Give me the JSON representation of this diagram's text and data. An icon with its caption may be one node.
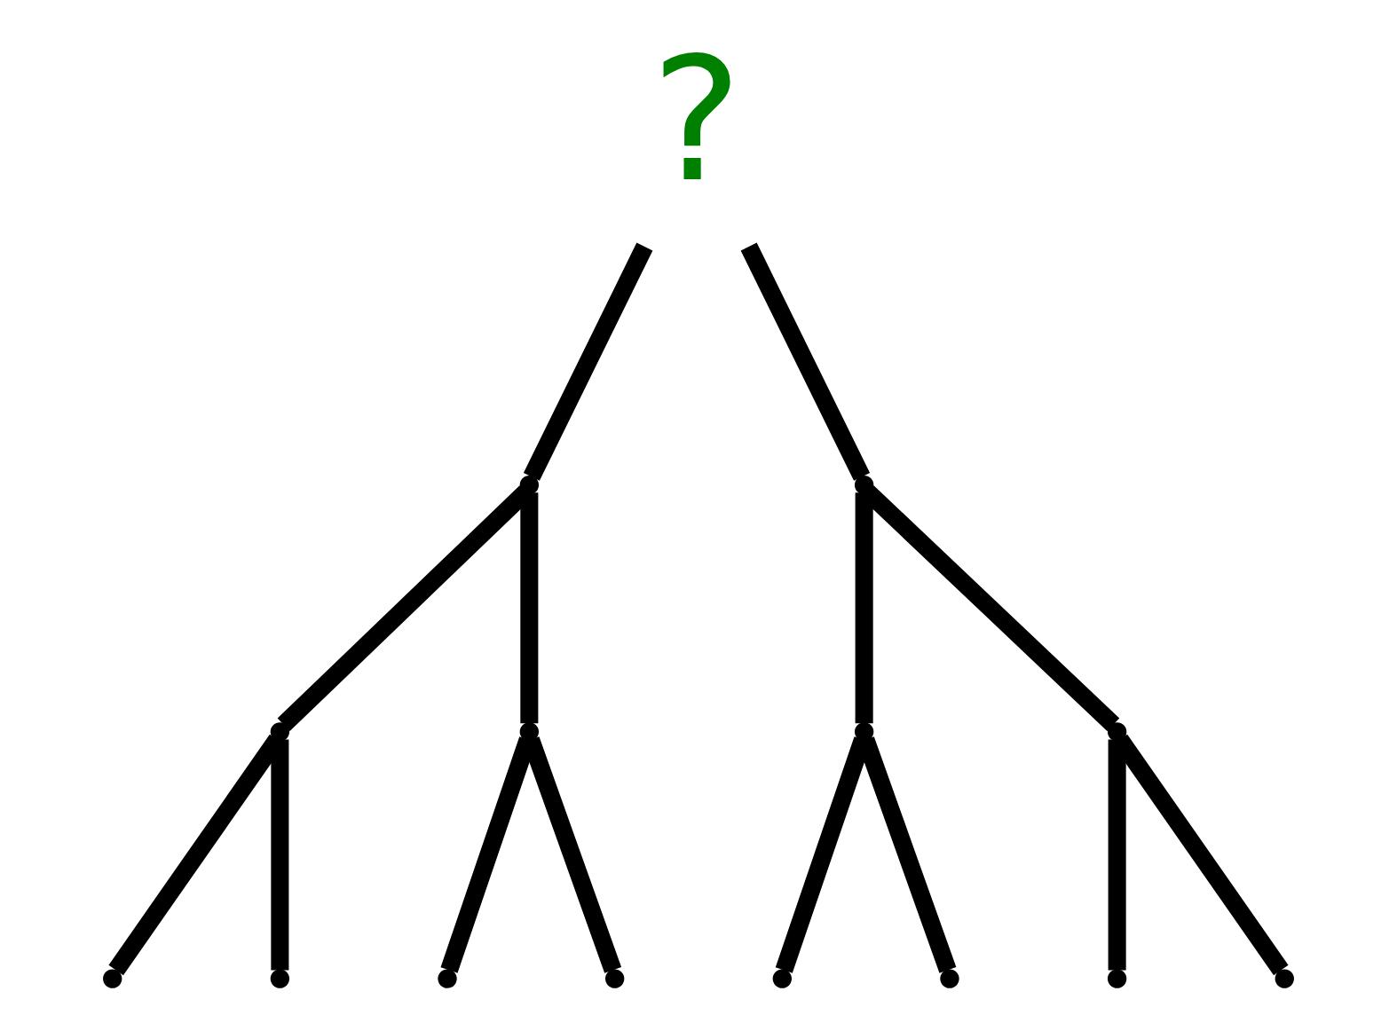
{
  "diagram": {
    "nodes": [
      {
        "text": [
          "?"
        ]
      },
      {
        "text": [],
        "shape": "point"
      },
      {
        "text": [],
        "shape": "point"
      },
      {
        "text": [],
        "shape": "point"
      },
      {
        "text": [],
        "shape": "point"
      },
      {
        "text": [],
        "shape": "point"
      },
      {
        "text": [],
        "shape": "point"
      },
      {
        "text": [],
        "shape": "point"
      },
      {
        "text": [],
        "shape": "point"
      },
      {
        "text": [],
        "shape": "point"
      },
      {
        "text": [],
        "shape": "point"
      },
      {
        "text": [],
        "shape": "point"
      },
      {
        "text": [],
        "shape": "point"
      },
      {
        "text": [],
        "shape": "point"
      },
      {
        "text": [],
        "shape": "point"
      }
    ],
    "edges": [
      {
        "from": 0,
        "to": 1,
        "arrow": "none"
      },
      {
        "from": 0,
        "to": 2,
        "arrow": "none"
      },
      {
        "from": 1,
        "to": 3,
        "arrow": "none"
      },
      {
        "from": 1,
        "to": 4,
        "arrow": "none"
      },
      {
        "from": 2,
        "to": 5,
        "arrow": "none"
      },
      {
        "from": 2,
        "to": 6,
        "arrow": "none"
      },
      {
        "from": 3,
        "to": 7,
        "arrow": "none"
      },
      {
        "from": 3,
        "to": 8,
        "arrow": "none"
      },
      {
        "from": 4,
        "to": 9,
        "arrow": "none"
      },
      {
        "from": 4,
        "to": 10,
        "arrow": "none"
      },
      {
        "from": 5,
        "to": 11,
        "arrow": "none"
      },
      {
        "from": 5,
        "to": 12,
        "arrow": "none"
      },
      {
        "from": 6,
        "to": 13,
        "arrow": "none"
      },
      {
        "from": 6,
        "to": 14,
        "arrow": "none"
      }
    ]
  }
}
